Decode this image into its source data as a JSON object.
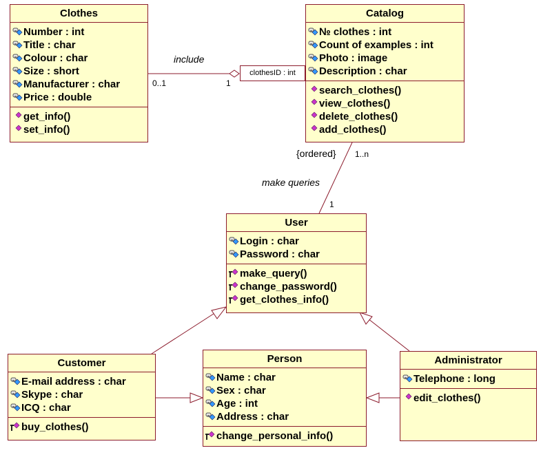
{
  "classes": {
    "clothes": {
      "name": "Clothes",
      "attributes": [
        "Number : int",
        "Title : char",
        "Colour : char",
        "Size : short",
        "Manufacturer : char",
        "Price : double"
      ],
      "operations": [
        "get_info()",
        "set_info()"
      ]
    },
    "catalog": {
      "name": "Catalog",
      "attributes": [
        "№ clothes : int",
        "Count of examples : int",
        "Photo : image",
        "Description : char"
      ],
      "operations": [
        "search_clothes()",
        "view_clothes()",
        "delete_clothes()",
        "add_clothes()"
      ]
    },
    "user": {
      "name": "User",
      "attributes": [
        "Login : char",
        "Password : char"
      ],
      "operations": [
        "make_query()",
        "change_password()",
        "get_clothes_info()"
      ]
    },
    "customer": {
      "name": "Customer",
      "attributes": [
        "E-mail address : char",
        "Skype : char",
        "ICQ : char"
      ],
      "operations": [
        "buy_clothes()"
      ]
    },
    "person": {
      "name": "Person",
      "attributes": [
        "Name : char",
        "Sex : char",
        "Age : int",
        "Address : char"
      ],
      "operations": [
        "change_personal_info()"
      ]
    },
    "administrator": {
      "name": "Administrator",
      "attributes": [
        "Telephone : long"
      ],
      "operations": [
        "edit_clothes()"
      ]
    }
  },
  "associations": {
    "include": {
      "label": "include",
      "mult_clothes": "0..1",
      "mult_catalog": "1",
      "qualifier": "clothesID : int"
    },
    "queries": {
      "label": "make queries",
      "constraint": "{ordered}",
      "mult_catalog": "1..n",
      "mult_user": "1"
    }
  },
  "icons": {
    "attribute": "private-attribute-icon",
    "operation": "public-operation-icon",
    "user_operation": "protected-operation-icon"
  },
  "colors": {
    "border": "#8b1a2b",
    "fill": "#ffffcc",
    "attr_diamond": "#3399ff",
    "op_diamond": "#cc33cc"
  }
}
